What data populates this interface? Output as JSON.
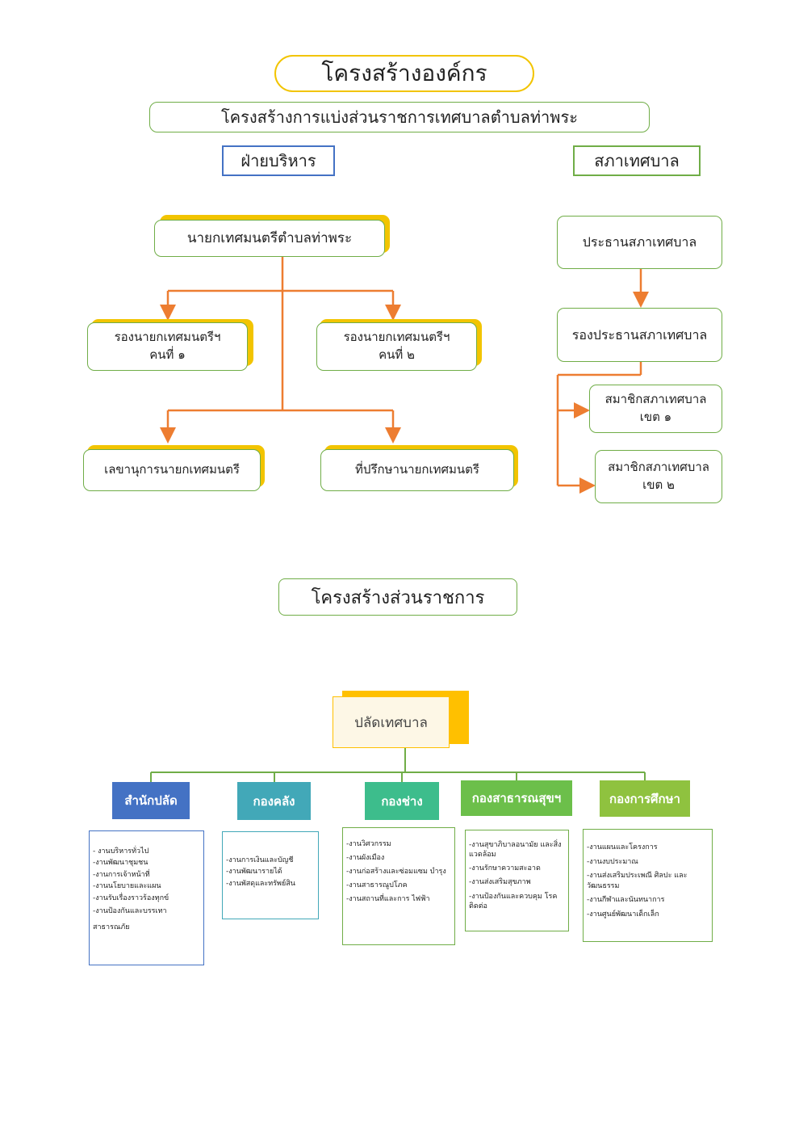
{
  "header": {
    "title": "โครงสร้างองค์กร",
    "subtitle": "โครงสร้างการแบ่งส่วนราชการเทศบาลตำบลท่าพระ",
    "left_group": "ฝ่ายบริหาร",
    "right_group": "สภาเทศบาล"
  },
  "executive": {
    "mayor": "นายกเทศมนตรีตำบลท่าพระ",
    "deputy1_line1": "รองนายกเทศมนตรีฯ",
    "deputy1_line2": "คนที่ ๑",
    "deputy2_line1": "รองนายกเทศมนตรีฯ",
    "deputy2_line2": "คนที่ ๒",
    "secretary": "เลขานุการนายกเทศมนตรี",
    "advisor": "ที่ปรึกษานายกเทศมนตรี"
  },
  "council": {
    "president": "ประธานสภาเทศบาล",
    "vice_president": "รองประธานสภาเทศบาล",
    "member1_line1": "สมาชิกสภาเทศบาล",
    "member1_line2": "เขต ๑",
    "member2_line1": "สมาชิกสภาเทศบาล",
    "member2_line2": "เขต ๒"
  },
  "government": {
    "title": "โครงสร้างส่วนราชการ",
    "chief": "ปลัดเทศบาล",
    "units": [
      {
        "name": "สำนักปลัด",
        "color": "#4472c4",
        "border": "#4472c4",
        "tasks": [
          "- งานบริหารทั่วไป",
          "-งานพัฒนาชุมชน",
          "-งานการเจ้าหน้าที่",
          "-งานนโยบายและแผน",
          "-งานรับเรื่องราวร้องทุกข์",
          "-งานป้องกันและบรรเทา สาธารณภัย"
        ]
      },
      {
        "name": "กองคลัง",
        "color": "#42a8b8",
        "border": "#42a8b8",
        "tasks": [
          "-งานการเงินและบัญชี",
          "-งานพัฒนารายได้",
          "-งานพัสดุและทรัพย์สิน"
        ]
      },
      {
        "name": "กองช่าง",
        "color": "#3dbd8c",
        "border": "#3dbd8c",
        "tasks": [
          "-งานวิศวกรรม",
          "-งานผังเมือง",
          "-งานก่อสร้างและซ่อมแซม บำรุง",
          "-งานสาธารณูปโภค",
          "-งานสถานที่และการ ไฟฟ้า"
        ]
      },
      {
        "name": "กองสาธารณสุขฯ",
        "color": "#6cbf4a",
        "border": "#70ad47",
        "tasks": [
          "-งานสุขาภิบาลอนามัย และสิ่งแวดล้อม",
          "-งานรักษาความสะอาด",
          "-งานส่งเสริมสุขภาพ",
          "-งานป้องกันและควบคุม โรคติดต่อ"
        ]
      },
      {
        "name": "กองการศึกษา",
        "color": "#8fc23f",
        "border": "#8fc23f",
        "tasks": [
          "-งานแผนและโครงการ",
          "-งานงบประมาณ",
          "-งานส่งเสริมประเพณี ศิลปะ และวัฒนธรรม",
          "-งานกีฬาและนันทนาการ",
          "-งานศูนย์พัฒนาเด็กเล็ก"
        ]
      }
    ]
  },
  "colors": {
    "accent_yellow": "#f2c400",
    "node_border": "#70ad47",
    "connector_orange": "#ed7d31"
  }
}
